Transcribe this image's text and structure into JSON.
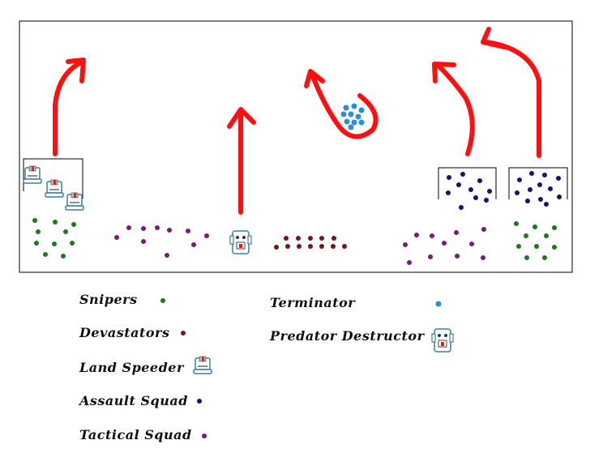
{
  "colors": {
    "snipers": "#1a7a1a",
    "devastators": "#7a1414",
    "assault_squad": "#14146e",
    "tactical_squad": "#7a1a7a",
    "terminator": "#2a8fd8",
    "arrow": "#ff1010",
    "vehicle_outline": "#3a7fa0",
    "vehicle_red": "#e02020"
  },
  "icons": {
    "land_speeder": "land-speeder-icon",
    "predator": "predator-tank-icon"
  },
  "legend": [
    {
      "label": "Snipers",
      "marker": "dot",
      "color_key": "snipers"
    },
    {
      "label": "Devastators",
      "marker": "dot",
      "color_key": "devastators"
    },
    {
      "label": "Land Speeder",
      "marker": "land-speeder-icon"
    },
    {
      "label": "Assault Squad",
      "marker": "dot",
      "color_key": "assault_squad"
    },
    {
      "label": "Tactical Squad",
      "marker": "dot",
      "color_key": "tactical_squad"
    },
    {
      "label": "Terminator",
      "marker": "dot",
      "color_key": "terminator"
    },
    {
      "label": "Predator Destructor",
      "marker": "predator-tank-icon"
    }
  ]
}
